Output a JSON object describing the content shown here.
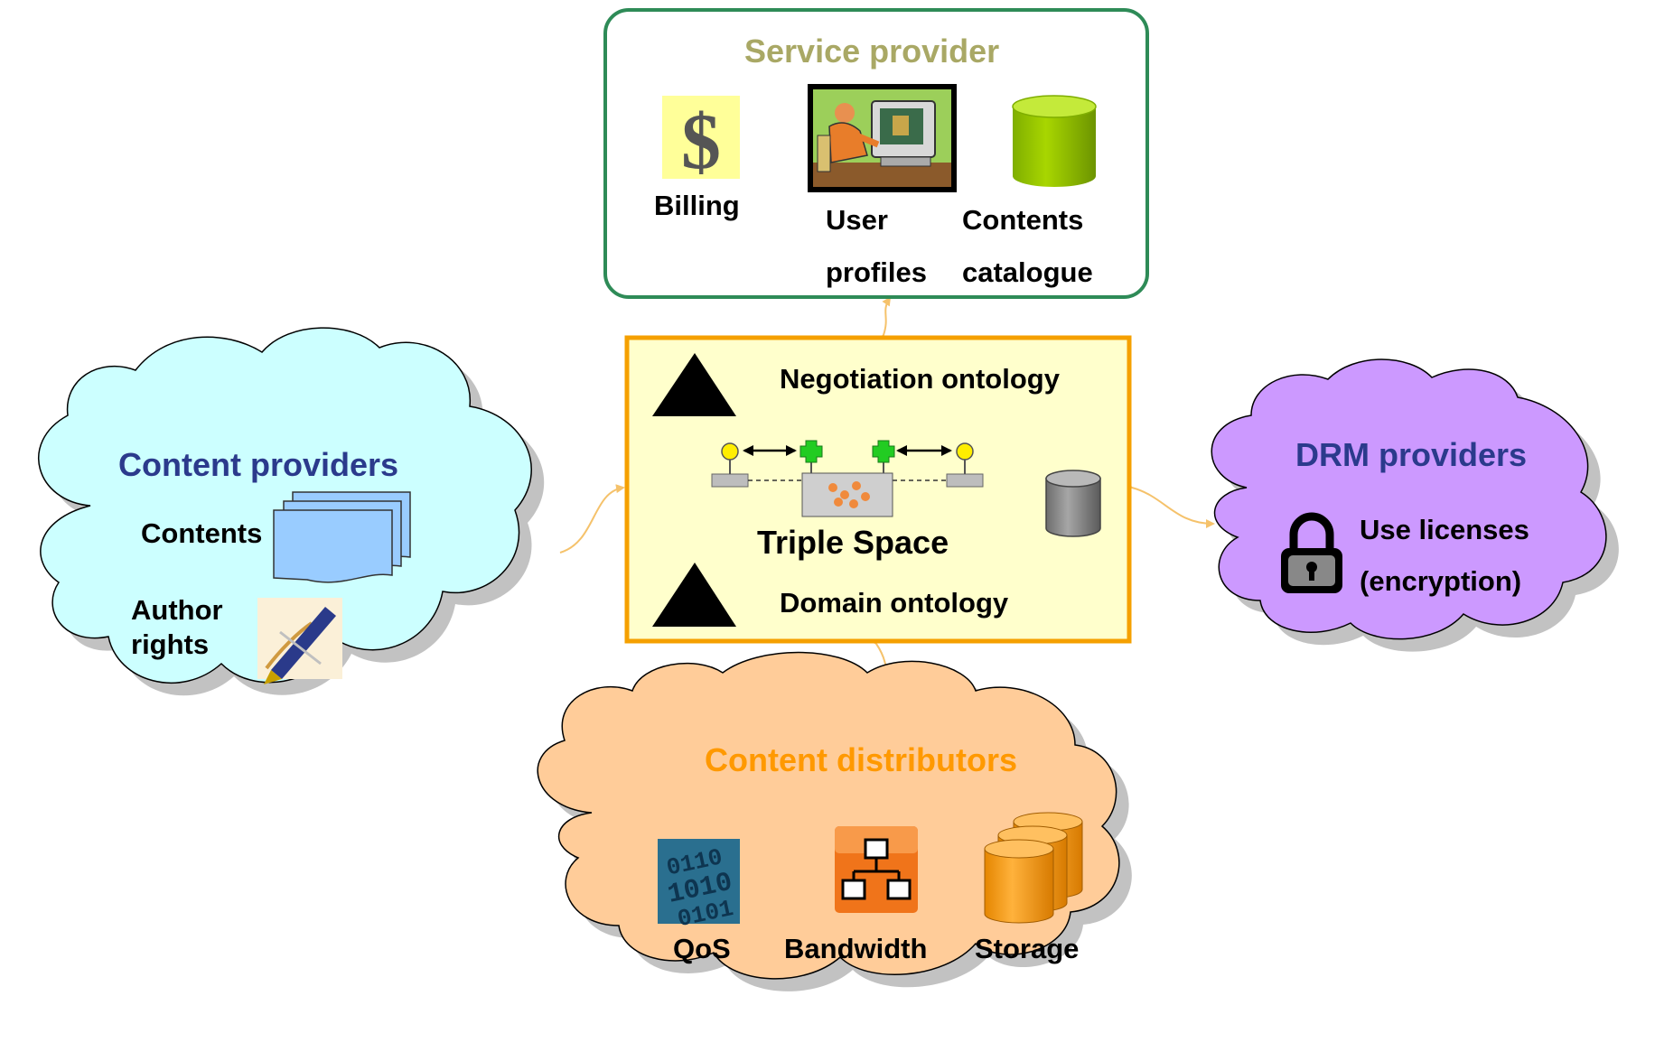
{
  "colors": {
    "service_border": "#2e8b57",
    "service_title": "#a9a865",
    "triple_border": "#f5a000",
    "triple_fill": "#ffffcc",
    "content_providers_fill": "#ccffff",
    "content_providers_title": "#2b3a8c",
    "drm_fill": "#cc99ff",
    "drm_title": "#2b3a8c",
    "distributors_fill": "#ffcc99",
    "distributors_title": "#ff9900",
    "connector": "#f5c26b"
  },
  "service_provider": {
    "title": "Service provider",
    "billing": {
      "label": "Billing",
      "icon": "dollar-sign-icon"
    },
    "user_profiles": {
      "label_1": "User",
      "label_2": "profiles",
      "icon": "person-at-computer-icon"
    },
    "contents_catalogue": {
      "label_1": "Contents",
      "label_2": "catalogue",
      "icon": "green-database-icon"
    }
  },
  "triple_space": {
    "title": "Triple Space",
    "negotiation_ontology": "Negotiation ontology",
    "domain_ontology": "Domain ontology",
    "icons": [
      "ontology-triangle-icon",
      "network-nodes-icon",
      "grey-database-icon"
    ]
  },
  "content_providers": {
    "title": "Content providers",
    "contents": {
      "label": "Contents",
      "icon": "document-stack-icon"
    },
    "author_rights": {
      "label_1": "Author",
      "label_2": "rights",
      "icon": "pen-signature-icon"
    }
  },
  "drm_providers": {
    "title": "DRM providers",
    "use_licenses": {
      "label_1": "Use licenses",
      "label_2": "(encryption)",
      "icon": "padlock-icon"
    }
  },
  "content_distributors": {
    "title": "Content distributors",
    "qos": {
      "label": "QoS",
      "icon": "binary-code-icon"
    },
    "bandwidth": {
      "label": "Bandwidth",
      "icon": "network-hierarchy-icon"
    },
    "storage": {
      "label": "Storage",
      "icon": "orange-storage-icon"
    }
  }
}
